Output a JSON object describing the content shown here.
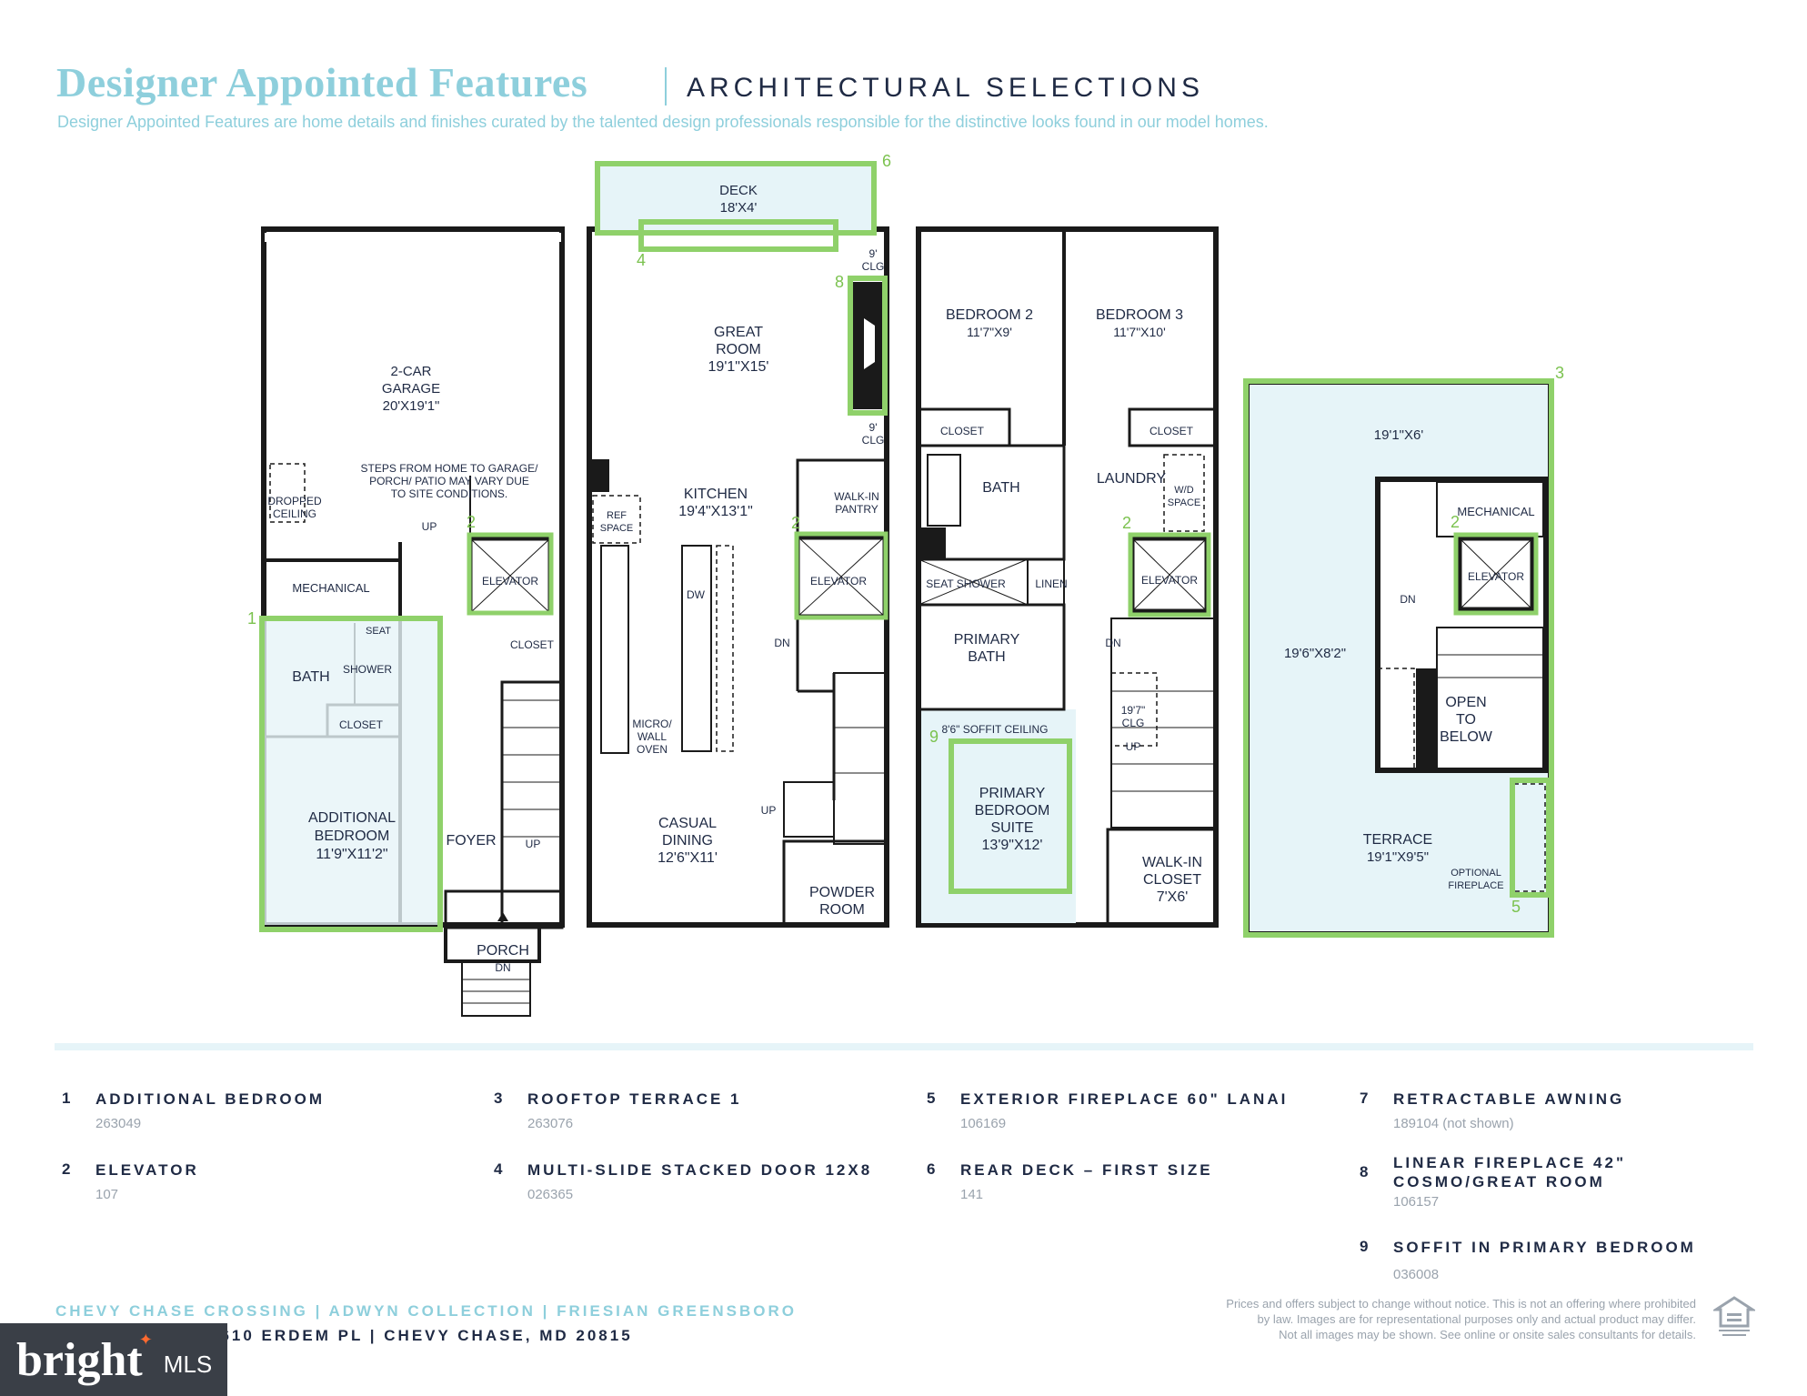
{
  "header": {
    "title": "Designer Appointed Features",
    "subtitle": "ARCHITECTURAL SELECTIONS",
    "description": "Designer Appointed Features are home details and finishes curated by the talented design professionals responsible for the distinctive looks found in our model homes."
  },
  "colors": {
    "accent": "#8ecfdc",
    "navy": "#1f2a44",
    "highlight": "#8fd16a",
    "roomTint": "#e6f4f8"
  },
  "plan": {
    "level1": {
      "garage": [
        "2-CAR",
        "GARAGE",
        "20'X19'1\""
      ],
      "garage_note": [
        "STEPS FROM HOME TO GARAGE/",
        "PORCH/ PATIO MAY VARY DUE",
        "TO SITE CONDITIONS."
      ],
      "dropped_ceiling": [
        "DROPPED",
        "CEILING"
      ],
      "mechanical": "MECHANICAL",
      "up": "UP",
      "elevator": "ELEVATOR",
      "bath": "BATH",
      "seat": "SEAT",
      "shower": "SHOWER",
      "closet_bath": "CLOSET",
      "closet": "CLOSET",
      "bedroom": [
        "ADDITIONAL",
        "BEDROOM",
        "11'9\"X11'2\""
      ],
      "foyer": "FOYER",
      "up2": "UP",
      "porch": "PORCH",
      "porch_dn": "DN"
    },
    "level2": {
      "deck": [
        "DECK",
        "18'X4'"
      ],
      "clg_top": [
        "9'",
        "CLG"
      ],
      "great_room": [
        "GREAT",
        "ROOM",
        "19'1\"X15'"
      ],
      "clg_mid": [
        "9'",
        "CLG"
      ],
      "walkin_pantry": [
        "WALK-IN",
        "PANTRY"
      ],
      "ref_space": [
        "REF",
        "SPACE"
      ],
      "kitchen": [
        "KITCHEN",
        "19'4\"X13'1\""
      ],
      "dw": "DW",
      "elevator": "ELEVATOR",
      "dn": "DN",
      "micro": [
        "MICRO/",
        "WALL",
        "OVEN"
      ],
      "up": "UP",
      "casual_dining": [
        "CASUAL",
        "DINING",
        "12'6\"X11'"
      ],
      "powder_room": [
        "POWDER",
        "ROOM"
      ]
    },
    "level3": {
      "bedroom2": [
        "BEDROOM 2",
        "11'7\"X9'"
      ],
      "bedroom3": [
        "BEDROOM 3",
        "11'7\"X10'"
      ],
      "closet_a": "CLOSET",
      "closet_b": "CLOSET",
      "bath": "BATH",
      "laundry": "LAUNDRY",
      "wd_space": [
        "W/D",
        "SPACE"
      ],
      "seat_shower": "SEAT SHOWER",
      "linen": "LINEN",
      "elevator": "ELEVATOR",
      "primary_bath": [
        "PRIMARY",
        "BATH"
      ],
      "dn": "DN",
      "clg": [
        "19'7\"",
        "CLG"
      ],
      "up": "UP",
      "soffit": "8'6\" SOFFIT CEILING",
      "primary_suite": [
        "PRIMARY",
        "BEDROOM",
        "SUITE",
        "13'9\"X12'"
      ],
      "walkin_closet": [
        "WALK-IN",
        "CLOSET",
        "7'X6'"
      ]
    },
    "level4": {
      "dim_top": "19'1\"X6'",
      "mechanical": "MECHANICAL",
      "elevator": "ELEVATOR",
      "dn": "DN",
      "dim_side": "19'6\"X8'2\"",
      "open_below": [
        "OPEN",
        "TO",
        "BELOW"
      ],
      "terrace": [
        "TERRACE",
        "19'1\"X9'5\""
      ],
      "optional_fireplace": [
        "OPTIONAL",
        "FIREPLACE"
      ]
    },
    "markers": [
      "1",
      "2",
      "3",
      "4",
      "5",
      "6",
      "8",
      "9"
    ]
  },
  "legend": [
    {
      "num": "1",
      "title": [
        "ADDITIONAL BEDROOM"
      ],
      "code": "263049"
    },
    {
      "num": "2",
      "title": [
        "ELEVATOR"
      ],
      "code": "107"
    },
    {
      "num": "3",
      "title": [
        "ROOFTOP TERRACE 1"
      ],
      "code": "263076"
    },
    {
      "num": "4",
      "title": [
        "MULTI-SLIDE STACKED DOOR 12X8"
      ],
      "code": "026365"
    },
    {
      "num": "5",
      "title": [
        "EXTERIOR FIREPLACE 60\" LANAI"
      ],
      "code": "106169"
    },
    {
      "num": "6",
      "title": [
        "REAR DECK – FIRST SIZE"
      ],
      "code": "141"
    },
    {
      "num": "7",
      "title": [
        "RETRACTABLE AWNING"
      ],
      "code": "189104 (not shown)"
    },
    {
      "num": "8",
      "title": [
        "LINEAR FIREPLACE 42\"",
        "COSMO/GREAT ROOM"
      ],
      "code": "106157"
    },
    {
      "num": "9",
      "title": [
        "SOFFIT IN PRIMARY BEDROOM"
      ],
      "code": "036008"
    }
  ],
  "footer": {
    "line1": "CHEVY CHASE CROSSING   |   ADWYN COLLECTION   |   FRIESIAN GREENSBORO",
    "line2": "3610 ERDEM PL   |   CHEVY CHASE, MD 20815",
    "disclaimer": [
      "Prices and offers subject to change without notice. This is not an offering where prohibited",
      "by law. Images are for representational purposes only and actual product may differ.",
      "Not all images may be shown. See online or onsite sales consultants for details."
    ]
  },
  "watermark": {
    "brand": "bright",
    "suffix": "MLS"
  }
}
